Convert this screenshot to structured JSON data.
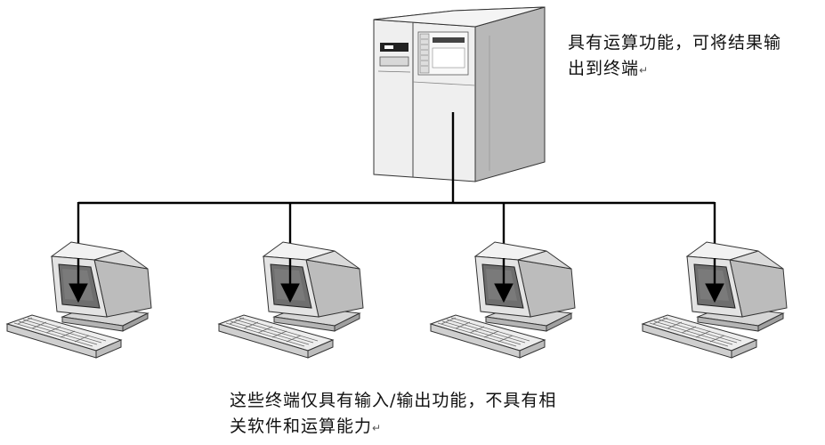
{
  "server_caption": {
    "line1": "具有运算功能，可将结果输",
    "line2": "出到终端",
    "mark": "↵"
  },
  "terminals_caption": {
    "line1": "这些终端仅具有输入/输出功能，不具有相",
    "line2": "关软件和运算能力",
    "mark": "↵"
  },
  "terminal_count": 4,
  "colors": {
    "line": "#000000",
    "server_body": "#efefef",
    "server_side": "#b8b8b8",
    "monitor_body": "#dcdcdc",
    "monitor_screen": "#6e6e6e"
  }
}
